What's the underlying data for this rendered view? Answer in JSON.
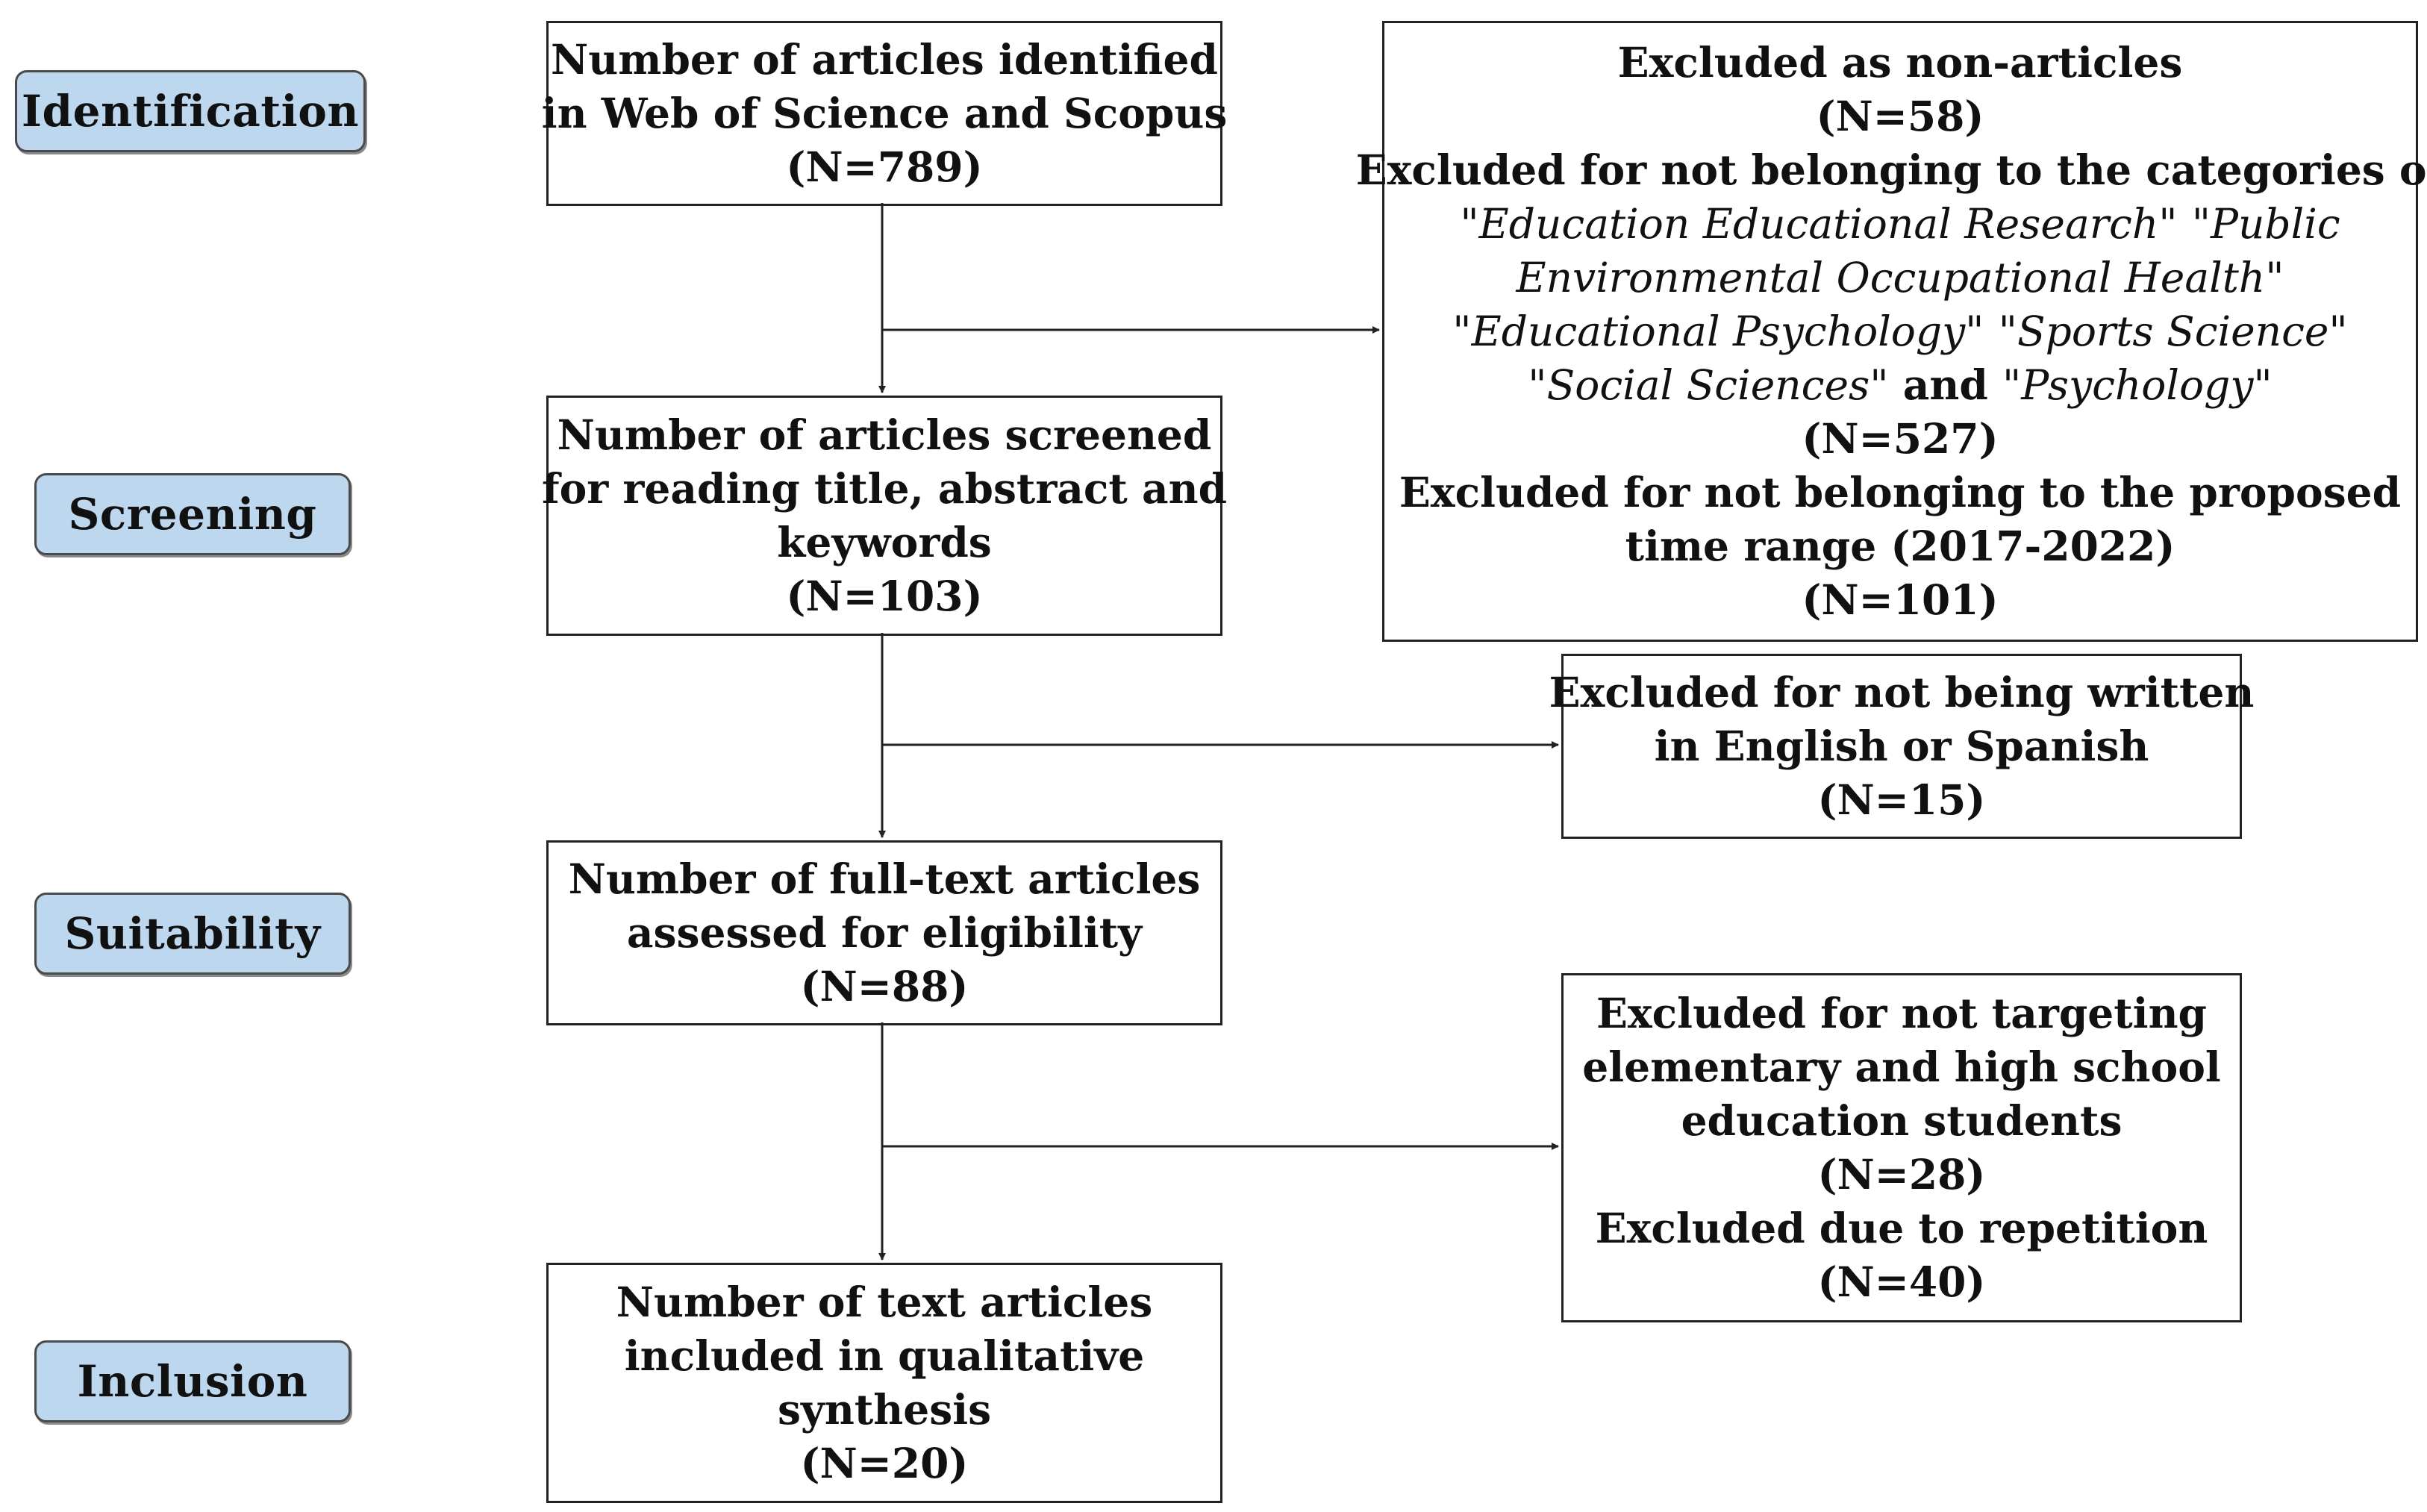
{
  "stages": {
    "identification": "Identification",
    "screening": "Screening",
    "suitability": "Suitability",
    "inclusion": "Inclusion"
  },
  "main": {
    "identified": {
      "line1": "Number of articles identified",
      "line2": "in Web of Science and Scopus",
      "count": "(N=789)"
    },
    "screened": {
      "line1": "Number of articles screened",
      "line2": "for reading title, abstract and",
      "line3": "keywords",
      "count": "(N=103)"
    },
    "fulltext": {
      "line1": "Number of full-text articles",
      "line2": "assessed for eligibility",
      "count": "(N=88)"
    },
    "included": {
      "line1": "Number of text articles",
      "line2": "included in qualitative",
      "line3": "synthesis",
      "count": "(N=20)"
    }
  },
  "excluded": {
    "first": {
      "nonarticles": "Excluded as non-articles",
      "nonarticles_count": "(N=58)",
      "categories_intro": "Excluded for not belonging to the categories of",
      "cat1": "\"Education Educational Research\"",
      "cat2": "\"Public",
      "cat3": "Environmental Occupational Health\"",
      "cat4": "\"Educational Psychology\"",
      "cat5": "\"Sports Science\"",
      "cat6": "\"Social Sciences\"",
      "cat_and": "and",
      "cat7": "\"Psychology\"",
      "categories_count": "(N=527)",
      "time_line1": "Excluded for not belonging to the proposed",
      "time_line2": "time range (2017-2022)",
      "time_count": "(N=101)"
    },
    "language": {
      "line1": "Excluded for not being written",
      "line2": "in English or Spanish",
      "count": "(N=15)"
    },
    "targeting": {
      "line1": "Excluded for not targeting",
      "line2": "elementary and high school",
      "line3": "education students",
      "count": "(N=28)",
      "repetition": "Excluded due to repetition",
      "repetition_count": "(N=40)"
    }
  },
  "colors": {
    "stage_fill": "#bdd7ee",
    "stroke": "#222222"
  }
}
